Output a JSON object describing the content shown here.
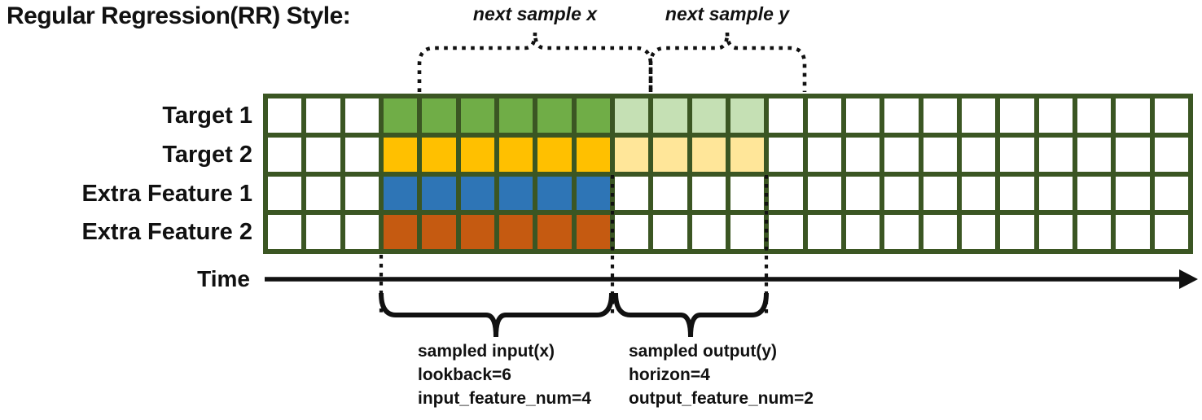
{
  "title": "Regular Regression(RR) Style:",
  "annotations": {
    "next_sample_x": "next sample x",
    "next_sample_y": "next sample y",
    "time_label": "Time",
    "input_block": {
      "lines": [
        "sampled input(x)",
        "lookback=6",
        "input_feature_num=4"
      ]
    },
    "output_block": {
      "lines": [
        "sampled output(y)",
        "horizon=4",
        "output_feature_num=2"
      ]
    }
  },
  "grid": {
    "columns": 24,
    "lookback": 6,
    "horizon": 4,
    "input_start_col": 3,
    "colors": {
      "border": "#3B5623",
      "empty": "#FFFFFF",
      "annotation_line": "#111111"
    },
    "rows": [
      {
        "label": "Target 1",
        "input_fill": "#70AD47",
        "output_fill": "#C5E0B4"
      },
      {
        "label": "Target 2",
        "input_fill": "#FFC000",
        "output_fill": "#FFE699"
      },
      {
        "label": "Extra Feature 1",
        "input_fill": "#2E75B6",
        "output_fill": null
      },
      {
        "label": "Extra Feature 2",
        "input_fill": "#C55A11",
        "output_fill": null
      }
    ]
  }
}
